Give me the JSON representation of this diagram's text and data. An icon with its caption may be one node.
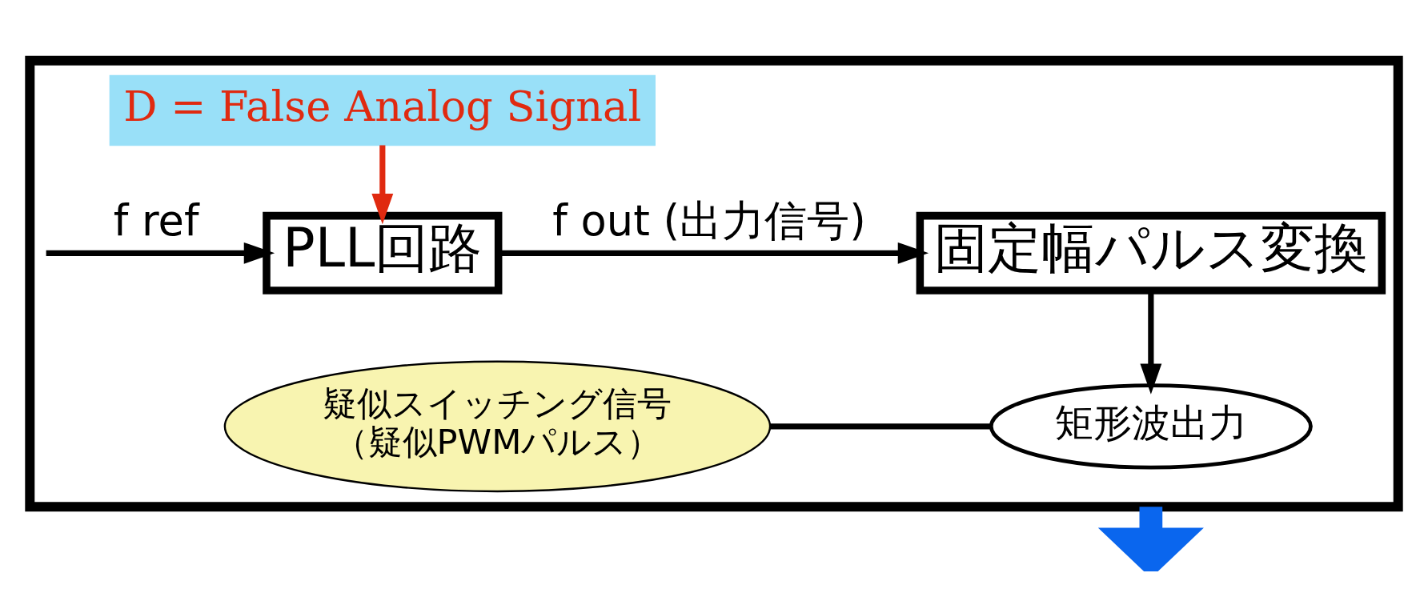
{
  "diagram": {
    "nodes": [
      {
        "text": [],
        "shape": "box"
      },
      {
        "text": [
          "D = False Analog Signal"
        ],
        "in": 0
      },
      {
        "text": [
          "PLL回路"
        ],
        "in": 0
      },
      {
        "text": [
          "固定幅パルス変換"
        ],
        "in": 0
      },
      {
        "text": [
          "矩形波出力"
        ],
        "in": 0
      },
      {
        "text": [
          "疑似スイッチング信号",
          "（疑似PWMパルス）"
        ],
        "in": 0
      }
    ],
    "edges": [
      {
        "from": null,
        "to": 2,
        "arrow": "to",
        "label": "f ref"
      },
      {
        "from": 1,
        "to": 2,
        "arrow": "to",
        "color": "#e02a10"
      },
      {
        "from": 2,
        "to": 3,
        "arrow": "to",
        "label": "f out (出力信号)"
      },
      {
        "from": 3,
        "to": 4,
        "arrow": "to"
      },
      {
        "from": 5,
        "to": 4,
        "arrow": "none"
      },
      {
        "from": 0,
        "to": null,
        "arrow": "to",
        "style": "thick",
        "color": "#0a66ee"
      }
    ]
  }
}
